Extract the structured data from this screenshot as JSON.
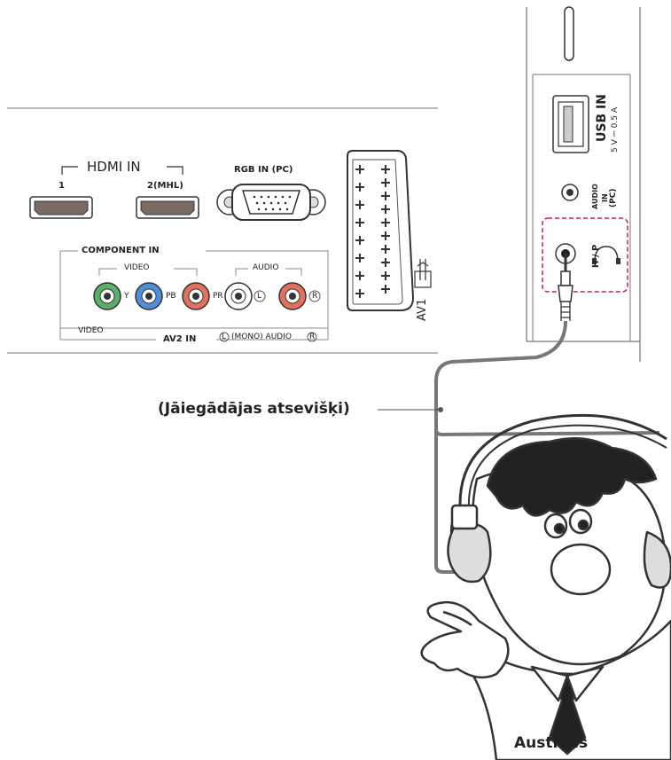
{
  "left_panel": {
    "hdmi_in": "HDMI IN",
    "hdmi_port_1": "1",
    "hdmi_port_2": "2(MHL)",
    "rgb_in": "RGB IN (PC)",
    "component_in": "COMPONENT IN",
    "video_group": "VIDEO",
    "audio_group": "AUDIO",
    "jack_y": "Y",
    "jack_pb": "PB",
    "jack_pr": "PR",
    "jack_l": "L",
    "jack_r": "R",
    "video_bottom": "VIDEO",
    "av2_in": "AV2 IN",
    "mono_audio": "(MONO) AUDIO",
    "mono_l": "L",
    "mono_r": "R",
    "av1": "AV1"
  },
  "right_panel": {
    "usb_in": "USB IN",
    "usb_power": "5 V ⎓ 0.5 A",
    "audio_in_pc_line1": "AUDIO",
    "audio_in_pc_line2": "IN",
    "audio_in_pc_line3": "(PC)",
    "hp": "H / P"
  },
  "callouts": {
    "sold_separately": "(Jāiegādājas atsevišķi)",
    "headphones": "Austiņas"
  },
  "colors": {
    "jack_green": "#5cae6b",
    "jack_blue": "#4f8fd6",
    "jack_red": "#e0705f",
    "highlight_dash": "#c2185b",
    "outline": "#555555"
  }
}
